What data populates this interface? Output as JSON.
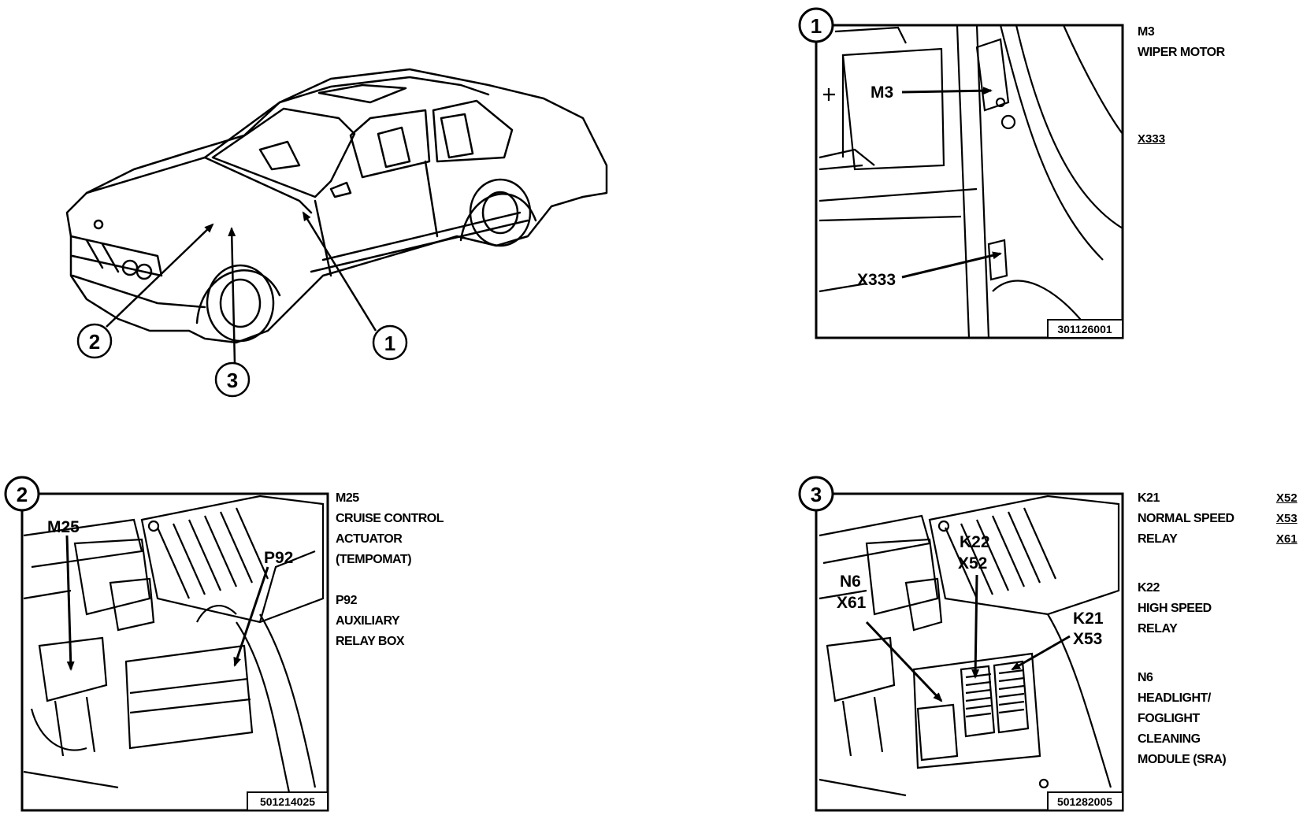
{
  "overview": {
    "callouts": [
      "1",
      "2",
      "3"
    ]
  },
  "panel1": {
    "number": "1",
    "part_no": "301126001",
    "labels": [
      "M3",
      "X333"
    ],
    "legend": [
      "M3",
      "WIPER MOTOR"
    ],
    "connectors": [
      "X333"
    ]
  },
  "panel2": {
    "number": "2",
    "part_no": "501214025",
    "labels": [
      "M25",
      "P92"
    ],
    "legend": [
      "M25",
      "CRUISE CONTROL",
      "ACTUATOR",
      "(TEMPOMAT)",
      "",
      "P92",
      "AUXILIARY",
      "RELAY BOX"
    ]
  },
  "panel3": {
    "number": "3",
    "part_no": "501282005",
    "labels": [
      "K22",
      "X52",
      "N6",
      "X61",
      "K21",
      "X53"
    ],
    "legend": [
      "K21",
      "NORMAL SPEED",
      "RELAY",
      "",
      "",
      "K22",
      "HIGH SPEED",
      "RELAY",
      "",
      "",
      "N6",
      "HEADLIGHT/",
      "FOGLIGHT",
      "CLEANING",
      "MODULE (SRA)"
    ],
    "connectors": [
      "X52",
      "X53",
      "X61"
    ]
  }
}
